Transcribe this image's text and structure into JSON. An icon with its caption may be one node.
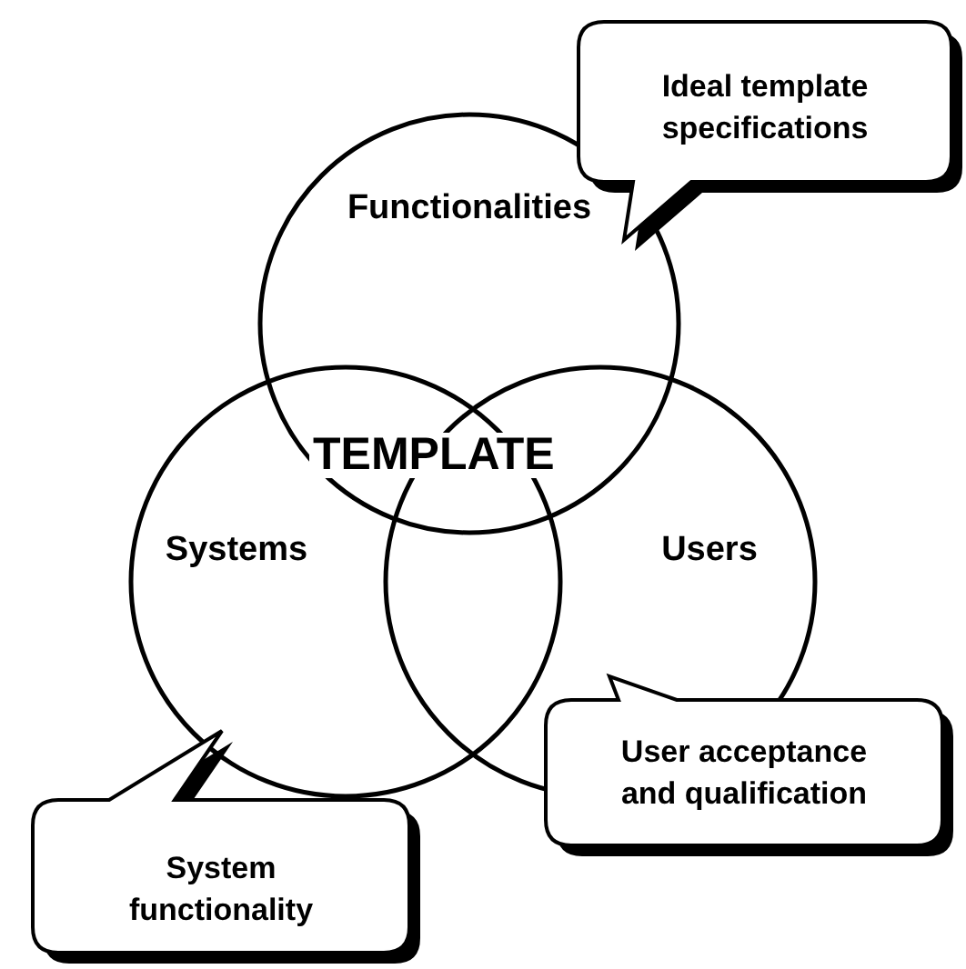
{
  "diagram": {
    "nodes": [
      {
        "text": [
          "Ideal template specifications"
        ]
      },
      {
        "text": [
          "Functionalities"
        ]
      },
      {
        "text": [
          "Systems"
        ]
      },
      {
        "text": [
          "Users"
        ]
      },
      {
        "text": [
          "User acceptance and qualification"
        ]
      },
      {
        "text": [
          "System functionality"
        ]
      }
    ],
    "labels": [
      "TEMPLATE"
    ]
  }
}
